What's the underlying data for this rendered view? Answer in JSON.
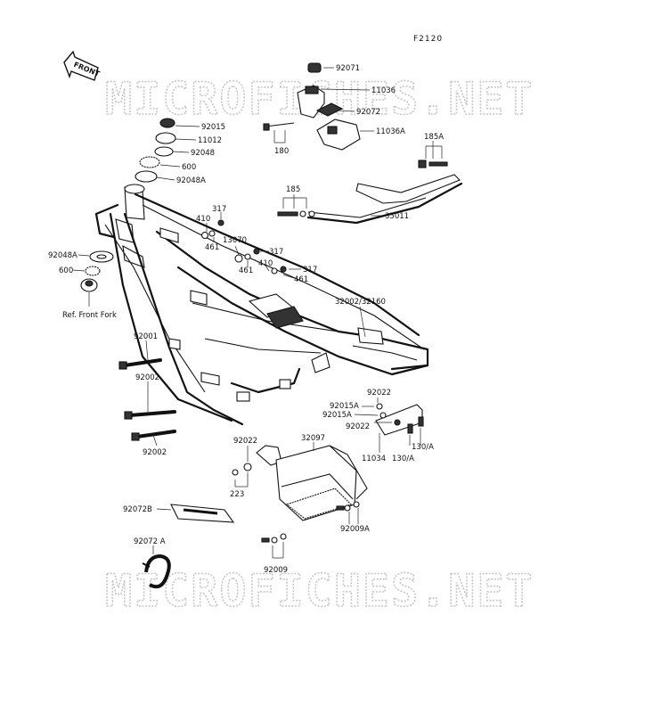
{
  "figure_code": "F2120",
  "watermark": "MICROFICHES.NET",
  "front_label": "FRONT",
  "callouts": [
    {
      "id": "92071",
      "text": "92071"
    },
    {
      "id": "11036",
      "text": "11036"
    },
    {
      "id": "92072",
      "text": "92072"
    },
    {
      "id": "11036A",
      "text": "11036A"
    },
    {
      "id": "180",
      "text": "180"
    },
    {
      "id": "185A",
      "text": "185A"
    },
    {
      "id": "185",
      "text": "185"
    },
    {
      "id": "35011",
      "text": "35011"
    },
    {
      "id": "92015",
      "text": "92015"
    },
    {
      "id": "11012",
      "text": "11012"
    },
    {
      "id": "92048",
      "text": "92048"
    },
    {
      "id": "600_top",
      "text": "600"
    },
    {
      "id": "92048A_top",
      "text": "92048A"
    },
    {
      "id": "317_a",
      "text": "317"
    },
    {
      "id": "410_a",
      "text": "410"
    },
    {
      "id": "461_a",
      "text": "461"
    },
    {
      "id": "13070",
      "text": "13070"
    },
    {
      "id": "317_b",
      "text": "317"
    },
    {
      "id": "461_b",
      "text": "461"
    },
    {
      "id": "410_b",
      "text": "410"
    },
    {
      "id": "317_c",
      "text": "317"
    },
    {
      "id": "461_c",
      "text": "461"
    },
    {
      "id": "92048A_left",
      "text": "92048A"
    },
    {
      "id": "600_left",
      "text": "600"
    },
    {
      "id": "ref_front_fork",
      "text": "Ref.  Front Fork"
    },
    {
      "id": "32002_32160",
      "text": "32002/32160"
    },
    {
      "id": "92001",
      "text": "92001"
    },
    {
      "id": "92002_a",
      "text": "92002"
    },
    {
      "id": "92002_b",
      "text": "92002"
    },
    {
      "id": "92022_a",
      "text": "92022"
    },
    {
      "id": "92015A_a",
      "text": "92015A"
    },
    {
      "id": "92015A_b",
      "text": "92015A"
    },
    {
      "id": "92022_b",
      "text": "92022"
    },
    {
      "id": "130A_a",
      "text": "130/A"
    },
    {
      "id": "130A_b",
      "text": "130/A"
    },
    {
      "id": "11034",
      "text": "11034"
    },
    {
      "id": "92022_c",
      "text": "92022"
    },
    {
      "id": "223",
      "text": "223"
    },
    {
      "id": "32097",
      "text": "32097"
    },
    {
      "id": "92009A",
      "text": "92009A"
    },
    {
      "id": "92009",
      "text": "92009"
    },
    {
      "id": "92072B",
      "text": "92072B"
    },
    {
      "id": "92072A",
      "text": "92072 A"
    }
  ]
}
